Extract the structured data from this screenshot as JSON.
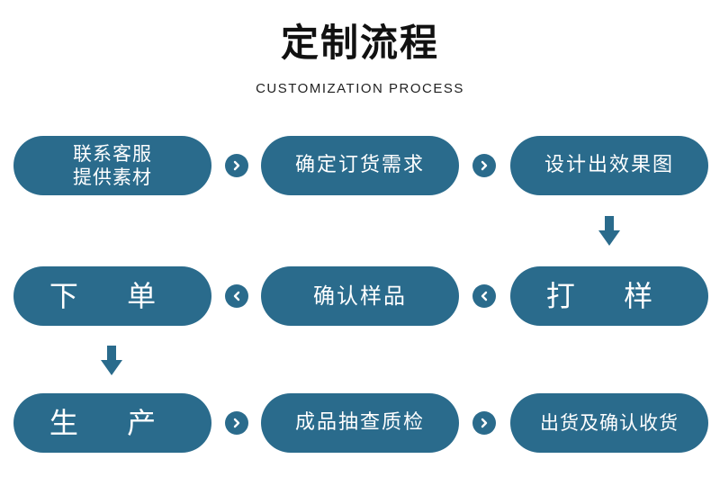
{
  "header": {
    "title": "定制流程",
    "subtitle": "CUSTOMIZATION PROCESS"
  },
  "steps": {
    "s1": "联系客服\n提供素材",
    "s2": "确定订货需求",
    "s3": "设计出效果图",
    "s4": "打 样",
    "s5": "确认样品",
    "s6": "下 单",
    "s7": "生 产",
    "s8": "成品抽查质检",
    "s9": "出货及确认收货"
  },
  "icons": {
    "next": "chevron-right-icon",
    "back": "chevron-left-icon",
    "down": "arrow-down-icon"
  },
  "colors": {
    "step_fill": "#2a6b8c",
    "title_text": "#111111"
  }
}
